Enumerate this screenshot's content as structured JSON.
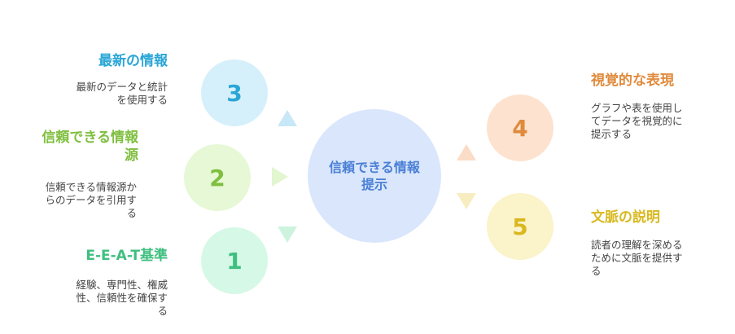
{
  "center": {
    "line1": "信頼できる情報",
    "line2": "提示",
    "color": "#4a7fd6",
    "fill": "#d9e6fb"
  },
  "nodes": [
    {
      "number": "3",
      "title": "最新の情報",
      "desc_lines": [
        "最新のデータと統計",
        "を使用する"
      ],
      "color": "#2aa6d6",
      "fill": "#d6f0fb",
      "arrow": "#c8e7f7"
    },
    {
      "number": "2",
      "title_lines": [
        "信頼できる情報",
        "源"
      ],
      "desc_lines": [
        "信頼できる情報源か",
        "らのデータを引用す",
        "る"
      ],
      "color": "#7fbf3f",
      "fill": "#e6f8d6",
      "arrow": "#e2f6cf"
    },
    {
      "number": "1",
      "title": "E-E-A-T基準",
      "desc_lines": [
        "経験、専門性、権威",
        "性、信頼性を確保す",
        "る"
      ],
      "color": "#3fbf7f",
      "fill": "#d6f8e6",
      "arrow": "#cdf3df"
    },
    {
      "number": "4",
      "title": "視覚的な表現",
      "desc_lines": [
        "グラフや表を使用し",
        "てデータを視覚的に",
        "提示する"
      ],
      "color": "#e08a3c",
      "fill": "#fde3cf",
      "arrow": "#fbdcc6"
    },
    {
      "number": "5",
      "title": "文脈の説明",
      "desc_lines": [
        "読者の理解を深める",
        "ために文脈を提供す",
        "る"
      ],
      "color": "#d9b81f",
      "fill": "#fbf3c9",
      "arrow": "#f7edc0"
    }
  ]
}
